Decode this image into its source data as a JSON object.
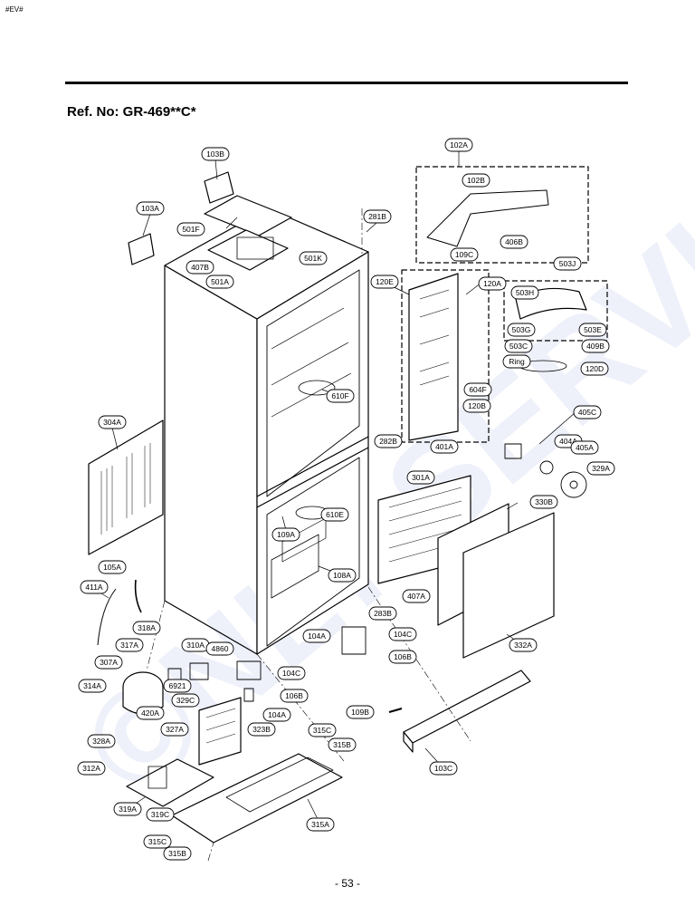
{
  "header": {
    "corner_tag": "#EV#",
    "ref_title": "Ref. No: GR-469**C*"
  },
  "footer": {
    "page_number": "- 53 -"
  },
  "watermark": {
    "text": "©NLY SERVICE.cz"
  },
  "callouts": [
    "103B",
    "102A",
    "102B",
    "103A",
    "501F",
    "281B",
    "406B",
    "407B",
    "501K",
    "109C",
    "501A",
    "503J",
    "120E",
    "120A",
    "503H",
    "503G",
    "503E",
    "503C",
    "409B",
    "Ring",
    "120D",
    "610F",
    "604F",
    "120B",
    "405C",
    "304A",
    "282B",
    "401A",
    "404A",
    "405A",
    "329A",
    "301A",
    "330B",
    "610E",
    "109A",
    "105A",
    "108A",
    "411A",
    "407A",
    "283B",
    "318A",
    "104A",
    "104C",
    "106B",
    "310A",
    "4860",
    "317A",
    "104C",
    "307A",
    "6921",
    "314A",
    "329C",
    "106B",
    "420A",
    "104A",
    "323B",
    "327A",
    "328A",
    "315C",
    "315B",
    "109B",
    "312A",
    "332A",
    "103C",
    "319A",
    "319C",
    "315A",
    "315C",
    "315B"
  ]
}
